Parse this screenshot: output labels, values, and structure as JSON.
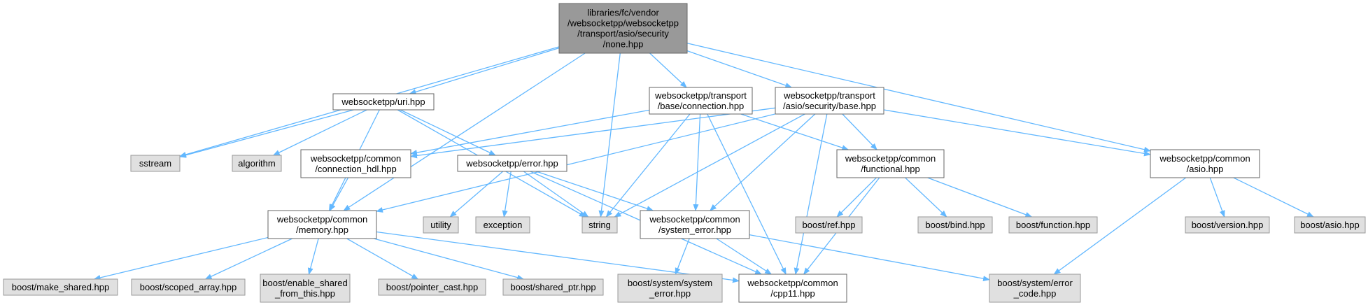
{
  "colors": {
    "root_fill": "#999999",
    "root_border": "#666666",
    "documented_fill": "#ffffff",
    "documented_border": "#666666",
    "external_fill": "#e0e0e0",
    "external_border": "#999999",
    "edge": "#63b8ff"
  },
  "nodes": [
    {
      "id": "none",
      "kind": "root",
      "lines": [
        "libraries/fc/vendor",
        "/websocketpp/websocketpp",
        "/transport/asio/security",
        "/none.hpp"
      ]
    },
    {
      "id": "uri",
      "kind": "documented",
      "lines": [
        "websocketpp/uri.hpp"
      ]
    },
    {
      "id": "base_connection",
      "kind": "documented",
      "lines": [
        "websocketpp/transport",
        "/base/connection.hpp"
      ]
    },
    {
      "id": "security_base",
      "kind": "documented",
      "lines": [
        "websocketpp/transport",
        "/asio/security/base.hpp"
      ]
    },
    {
      "id": "sstream",
      "kind": "external",
      "lines": [
        "sstream"
      ]
    },
    {
      "id": "algorithm",
      "kind": "external",
      "lines": [
        "algorithm"
      ]
    },
    {
      "id": "connection_hdl",
      "kind": "documented",
      "lines": [
        "websocketpp/common",
        "/connection_hdl.hpp"
      ]
    },
    {
      "id": "error",
      "kind": "documented",
      "lines": [
        "websocketpp/error.hpp"
      ]
    },
    {
      "id": "functional",
      "kind": "documented",
      "lines": [
        "websocketpp/common",
        "/functional.hpp"
      ]
    },
    {
      "id": "asio",
      "kind": "documented",
      "lines": [
        "websocketpp/common",
        "/asio.hpp"
      ]
    },
    {
      "id": "memory",
      "kind": "documented",
      "lines": [
        "websocketpp/common",
        "/memory.hpp"
      ]
    },
    {
      "id": "utility",
      "kind": "external",
      "lines": [
        "utility"
      ]
    },
    {
      "id": "exception",
      "kind": "external",
      "lines": [
        "exception"
      ]
    },
    {
      "id": "string",
      "kind": "external",
      "lines": [
        "string"
      ]
    },
    {
      "id": "system_error",
      "kind": "documented",
      "lines": [
        "websocketpp/common",
        "/system_error.hpp"
      ]
    },
    {
      "id": "boost_ref",
      "kind": "external",
      "lines": [
        "boost/ref.hpp"
      ]
    },
    {
      "id": "boost_bind",
      "kind": "external",
      "lines": [
        "boost/bind.hpp"
      ]
    },
    {
      "id": "boost_function",
      "kind": "external",
      "lines": [
        "boost/function.hpp"
      ]
    },
    {
      "id": "boost_version",
      "kind": "external",
      "lines": [
        "boost/version.hpp"
      ]
    },
    {
      "id": "boost_asio",
      "kind": "external",
      "lines": [
        "boost/asio.hpp"
      ]
    },
    {
      "id": "boost_make_shared",
      "kind": "external",
      "lines": [
        "boost/make_shared.hpp"
      ]
    },
    {
      "id": "boost_scoped_array",
      "kind": "external",
      "lines": [
        "boost/scoped_array.hpp"
      ]
    },
    {
      "id": "boost_enable_shared",
      "kind": "external",
      "lines": [
        "boost/enable_shared",
        "_from_this.hpp"
      ]
    },
    {
      "id": "boost_pointer_cast",
      "kind": "external",
      "lines": [
        "boost/pointer_cast.hpp"
      ]
    },
    {
      "id": "boost_shared_ptr",
      "kind": "external",
      "lines": [
        "boost/shared_ptr.hpp"
      ]
    },
    {
      "id": "boost_system_error",
      "kind": "external",
      "lines": [
        "boost/system/system",
        "_error.hpp"
      ]
    },
    {
      "id": "cpp11",
      "kind": "documented",
      "lines": [
        "websocketpp/common",
        "/cpp11.hpp"
      ]
    },
    {
      "id": "boost_error_code",
      "kind": "external",
      "lines": [
        "boost/system/error",
        "_code.hpp"
      ]
    }
  ],
  "edges": [
    {
      "from": "none",
      "to": "uri"
    },
    {
      "from": "none",
      "to": "sstream"
    },
    {
      "from": "none",
      "to": "memory"
    },
    {
      "from": "none",
      "to": "string"
    },
    {
      "from": "none",
      "to": "base_connection"
    },
    {
      "from": "none",
      "to": "security_base"
    },
    {
      "from": "none",
      "to": "asio"
    },
    {
      "from": "uri",
      "to": "sstream"
    },
    {
      "from": "uri",
      "to": "algorithm"
    },
    {
      "from": "uri",
      "to": "memory"
    },
    {
      "from": "uri",
      "to": "error"
    },
    {
      "from": "uri",
      "to": "string"
    },
    {
      "from": "base_connection",
      "to": "connection_hdl"
    },
    {
      "from": "base_connection",
      "to": "string"
    },
    {
      "from": "base_connection",
      "to": "system_error"
    },
    {
      "from": "base_connection",
      "to": "cpp11"
    },
    {
      "from": "base_connection",
      "to": "functional"
    },
    {
      "from": "security_base",
      "to": "memory"
    },
    {
      "from": "security_base",
      "to": "connection_hdl"
    },
    {
      "from": "security_base",
      "to": "functional"
    },
    {
      "from": "security_base",
      "to": "string"
    },
    {
      "from": "security_base",
      "to": "system_error"
    },
    {
      "from": "security_base",
      "to": "asio"
    },
    {
      "from": "security_base",
      "to": "cpp11"
    },
    {
      "from": "connection_hdl",
      "to": "memory"
    },
    {
      "from": "error",
      "to": "utility"
    },
    {
      "from": "error",
      "to": "exception"
    },
    {
      "from": "error",
      "to": "string"
    },
    {
      "from": "error",
      "to": "system_error"
    },
    {
      "from": "error",
      "to": "cpp11"
    },
    {
      "from": "functional",
      "to": "boost_ref"
    },
    {
      "from": "functional",
      "to": "boost_bind"
    },
    {
      "from": "functional",
      "to": "boost_function"
    },
    {
      "from": "functional",
      "to": "cpp11"
    },
    {
      "from": "asio",
      "to": "boost_version"
    },
    {
      "from": "asio",
      "to": "boost_asio"
    },
    {
      "from": "asio",
      "to": "boost_error_code"
    },
    {
      "from": "memory",
      "to": "boost_make_shared"
    },
    {
      "from": "memory",
      "to": "boost_scoped_array"
    },
    {
      "from": "memory",
      "to": "boost_enable_shared"
    },
    {
      "from": "memory",
      "to": "boost_pointer_cast"
    },
    {
      "from": "memory",
      "to": "boost_shared_ptr"
    },
    {
      "from": "memory",
      "to": "cpp11"
    },
    {
      "from": "system_error",
      "to": "boost_system_error"
    },
    {
      "from": "system_error",
      "to": "cpp11"
    },
    {
      "from": "system_error",
      "to": "boost_error_code"
    }
  ]
}
